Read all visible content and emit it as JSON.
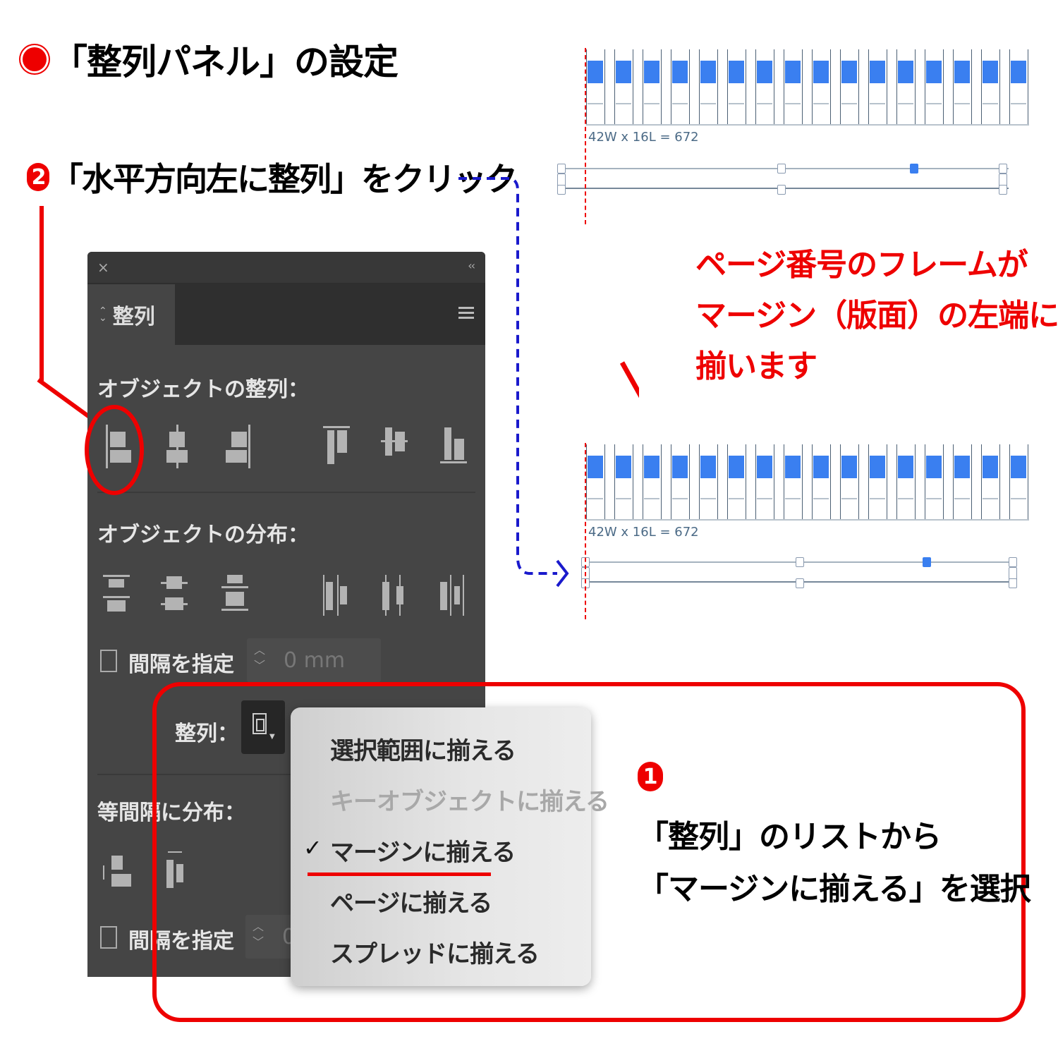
{
  "header": {
    "title": "「整列パネル」の設定"
  },
  "step2": {
    "number": "2",
    "text": "「水平方向左に整列」をクリック"
  },
  "panel": {
    "close_icon": "×",
    "collapse_icon": "‹‹",
    "tab_label": "整列",
    "sections": {
      "align_objects": "オブジェクトの整列：",
      "distribute_objects": "オブジェクトの分布：",
      "distribute_spacing": "等間隔に分布："
    },
    "spacing_checkbox_1": "間隔を指定",
    "spacing_value_1": "0 mm",
    "spacing_checkbox_2": "間隔を指定",
    "spacing_value_2": "0",
    "align_to_label": "整列："
  },
  "align_to_menu": {
    "items": [
      {
        "label": "選択範囲に揃える",
        "enabled": true,
        "checked": false
      },
      {
        "label": "キーオブジェクトに揃える",
        "enabled": false,
        "checked": false
      },
      {
        "label": "マージンに揃える",
        "enabled": true,
        "checked": true
      },
      {
        "label": "ページに揃える",
        "enabled": true,
        "checked": false
      },
      {
        "label": "スプレッドに揃える",
        "enabled": true,
        "checked": false
      }
    ],
    "check_mark": "✓"
  },
  "step1": {
    "number": "1",
    "line1": "「整列」のリストから",
    "line2": "「マージンに揃える」を選択"
  },
  "note": {
    "line1": "ページ番号のフレームが",
    "line2": "マージン（版面）の左端に",
    "line3": "揃います"
  },
  "before_figure": {
    "caption": "42W x 16L = 672"
  },
  "after_figure": {
    "caption": "42W x 16L = 672"
  },
  "colors": {
    "accent_red": "#e00000",
    "panel_bg": "#454545",
    "selection_blue": "#3a7ff0",
    "link_blue": "#1a1acc"
  }
}
